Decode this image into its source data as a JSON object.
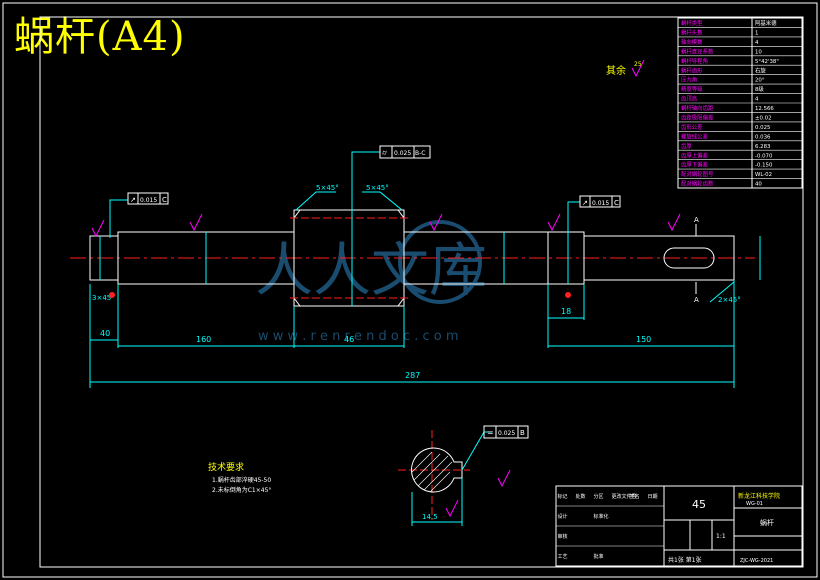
{
  "title": "蜗杆(A4)",
  "colors": {
    "background": "#000000",
    "outline": "#ffffff",
    "dimension": "#00ffff",
    "centerline": "#ff2020",
    "annotation": "#ffff00",
    "symbol": "#ff00ff",
    "watermark": "#1e5a82"
  },
  "watermark": {
    "brand": "人人文库",
    "url": "w w w . r e n r e n d o c . c o m"
  },
  "roughness_note": "其余",
  "roughness_general_value": "25",
  "tolerance_frames": [
    {
      "symbol": "↗",
      "value": "0.015",
      "datum": "C"
    },
    {
      "symbol": "⌭",
      "value": "0.025",
      "datum": "B-C"
    },
    {
      "symbol": "↗",
      "value": "0.015",
      "datum": "C"
    },
    {
      "symbol": "=",
      "value": "0.025",
      "datum": "B"
    }
  ],
  "dimensions": {
    "left_end": "40",
    "middle": "160",
    "worm": "46",
    "right": "150",
    "right_step": "18",
    "total": "287",
    "section_width": "14.5"
  },
  "chamfers": [
    "5×45°",
    "5×45°",
    "3×45°",
    "2×45°"
  ],
  "section_marks": {
    "top": "A",
    "bottom": "A"
  },
  "tech_requirements": {
    "heading": "技术要求",
    "items": [
      "1.蜗杆齿部淬硬45-50",
      "2.未标倒角为C1×45°"
    ]
  },
  "param_table": {
    "rows": [
      [
        "蜗杆类型",
        "阿基米德"
      ],
      [
        "蜗杆头数",
        "1"
      ],
      [
        "轴向模数",
        "4"
      ],
      [
        "蜗杆直径系数",
        "10"
      ],
      [
        "蜗杆导程角",
        "5°42'38\""
      ],
      [
        "蜗杆齿形",
        "右旋"
      ],
      [
        "压力角",
        "20°"
      ],
      [
        "精度等级",
        "8级"
      ],
      [
        "齿顶高",
        "4"
      ],
      [
        "蜗杆轴向齿距",
        "12.566"
      ],
      [
        "齿距极限偏差",
        "±0.02"
      ],
      [
        "齿形公差",
        "0.025"
      ],
      [
        "螺旋线公差",
        "0.036"
      ],
      [
        "齿厚",
        "6.283"
      ],
      [
        "齿厚上偏差",
        "-0.070"
      ],
      [
        "齿厚下偏差",
        "-0.150"
      ],
      [
        "配对蜗轮图号",
        "WL-02"
      ],
      [
        "配对蜗轮齿数",
        "40"
      ]
    ]
  },
  "title_block": {
    "material": "45",
    "school": "新龙江科技学院",
    "drawing_no": "WG-01",
    "part_name": "蜗杆",
    "scale": "1:1",
    "sheet": "共1张 第1张",
    "doc_code": "ZJC-WG-2021",
    "rows": [
      [
        "标记",
        "处数",
        "分区",
        "更改文件号",
        "签名",
        "日期"
      ],
      [
        "设计",
        "",
        "标准化",
        "",
        "",
        ""
      ],
      [
        "审核",
        "",
        "",
        "",
        "",
        ""
      ],
      [
        "工艺",
        "",
        "批准",
        "",
        "",
        ""
      ]
    ]
  }
}
